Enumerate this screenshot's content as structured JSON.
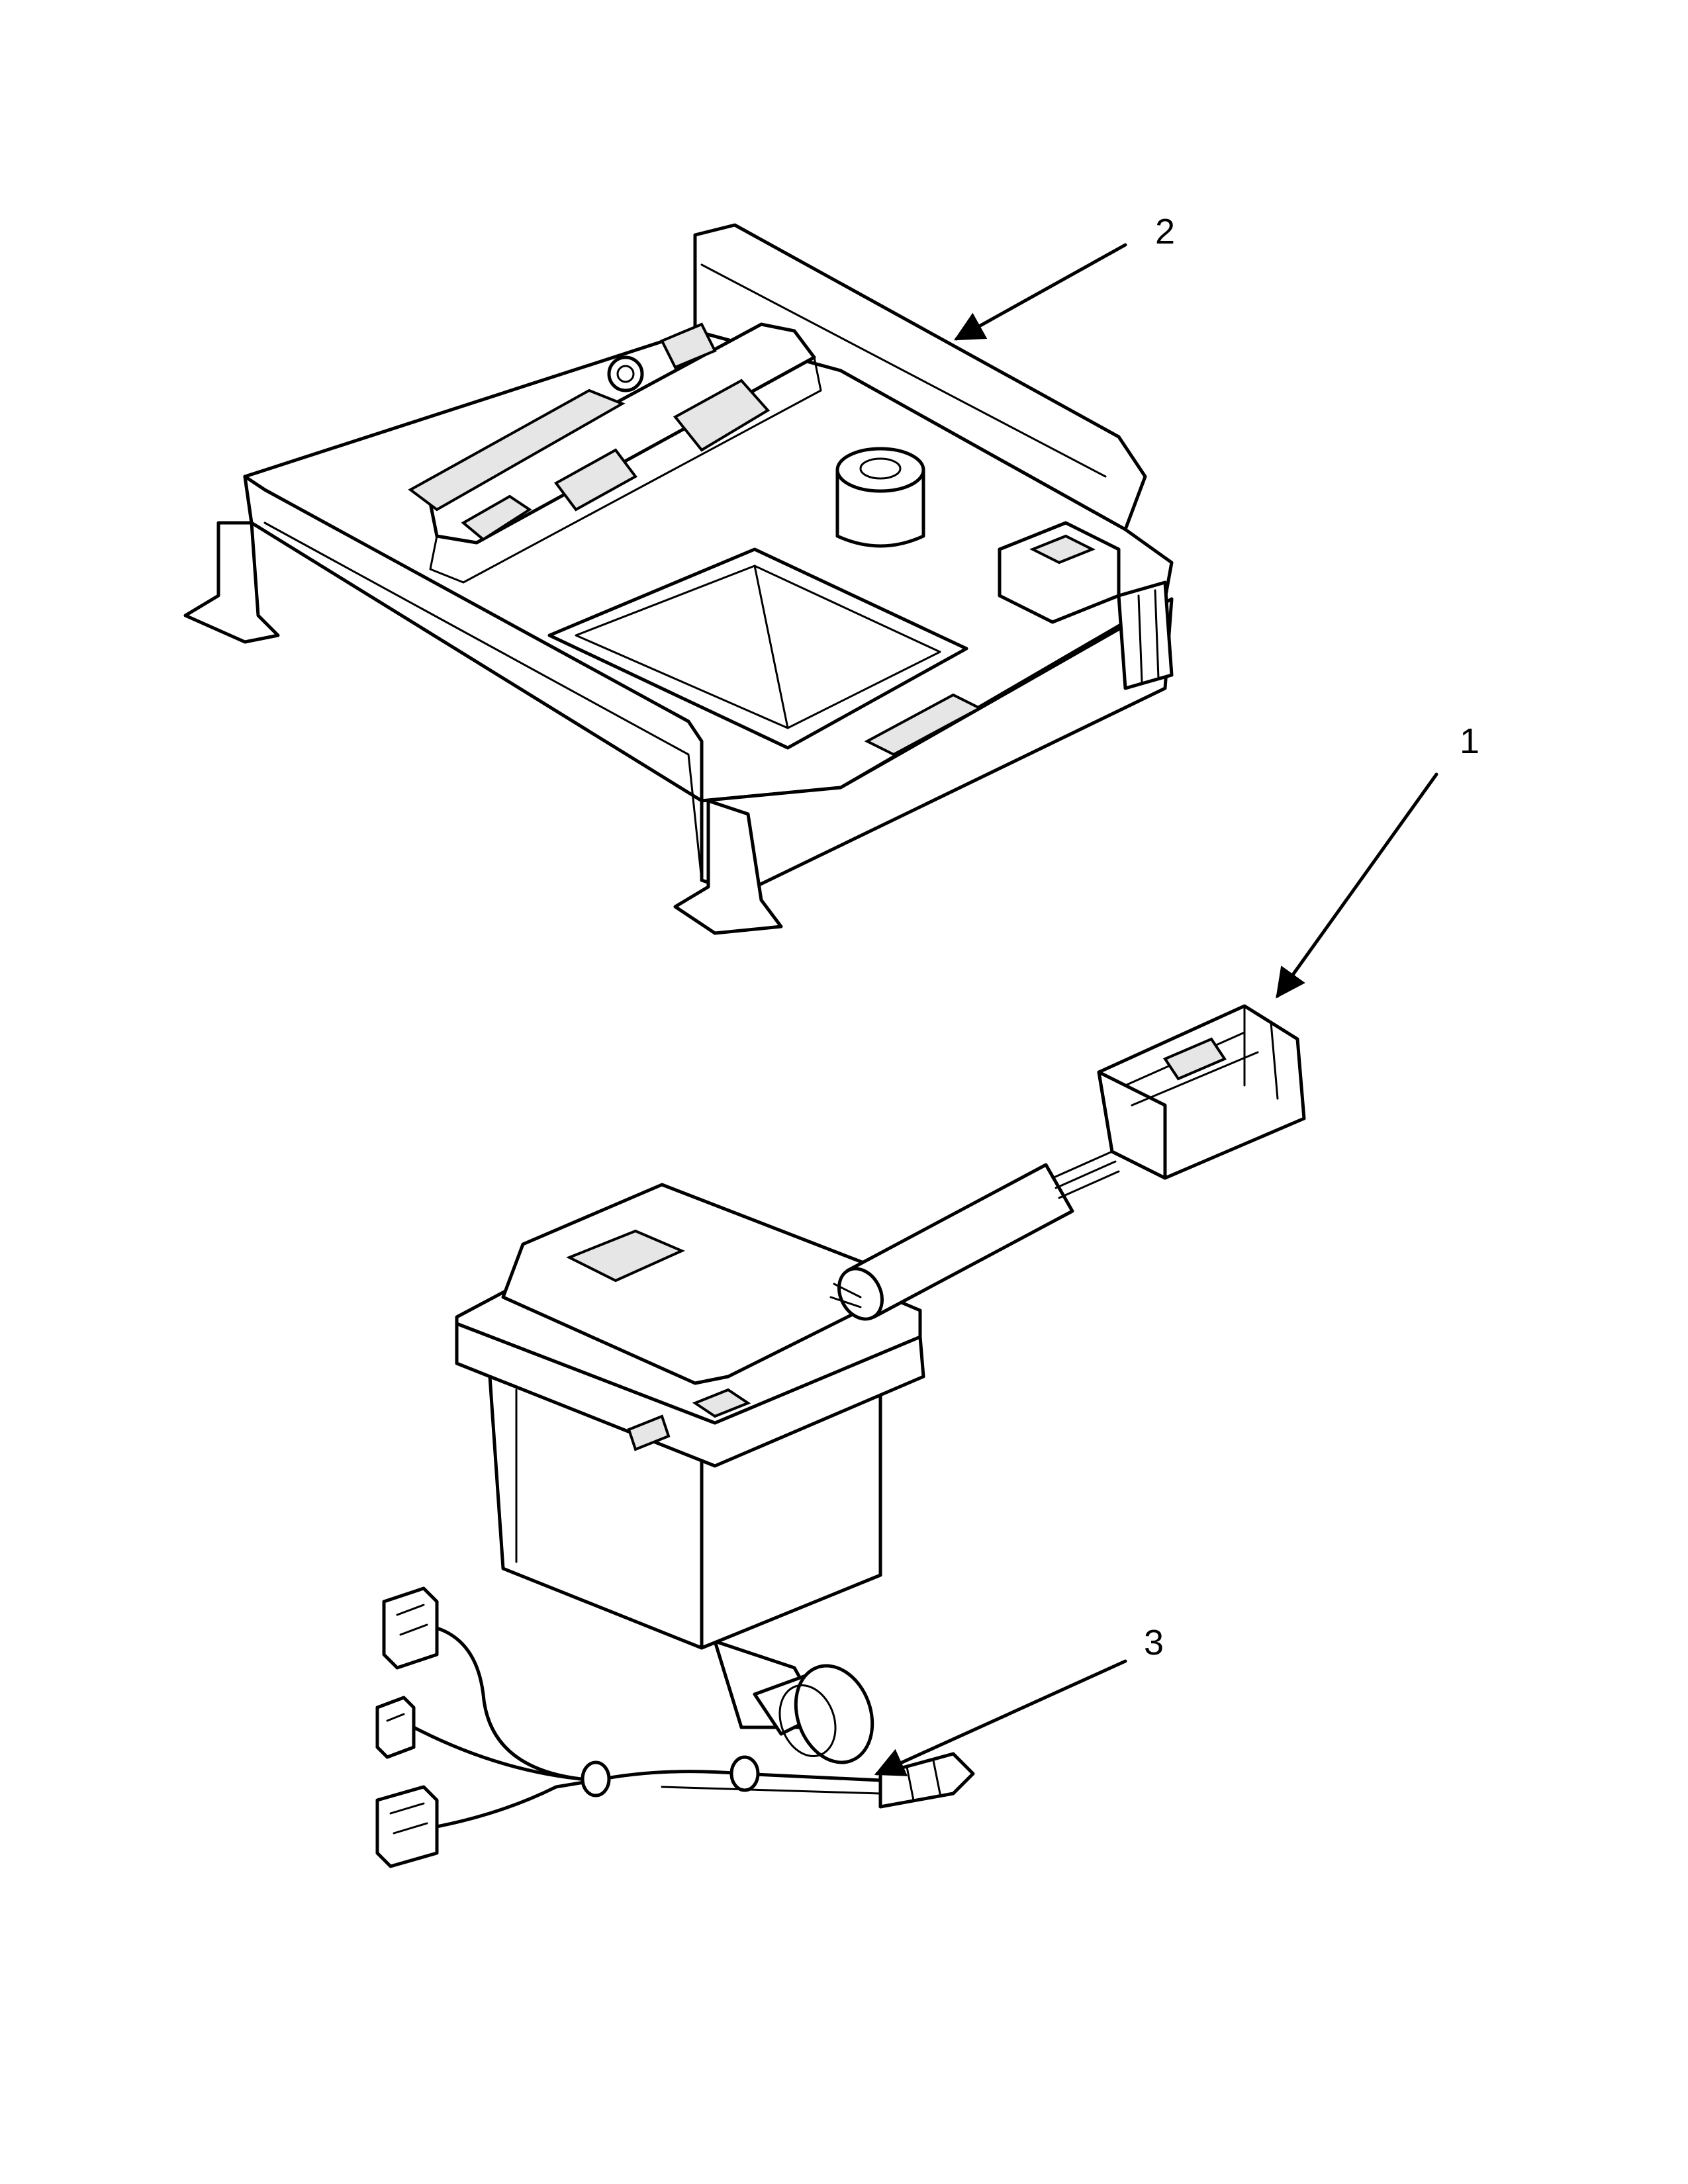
{
  "callouts": [
    {
      "id": "1",
      "label": "1"
    },
    {
      "id": "2",
      "label": "2"
    },
    {
      "id": "3",
      "label": "3"
    }
  ],
  "colors": {
    "ink": "#000000",
    "paper": "#ffffff"
  }
}
